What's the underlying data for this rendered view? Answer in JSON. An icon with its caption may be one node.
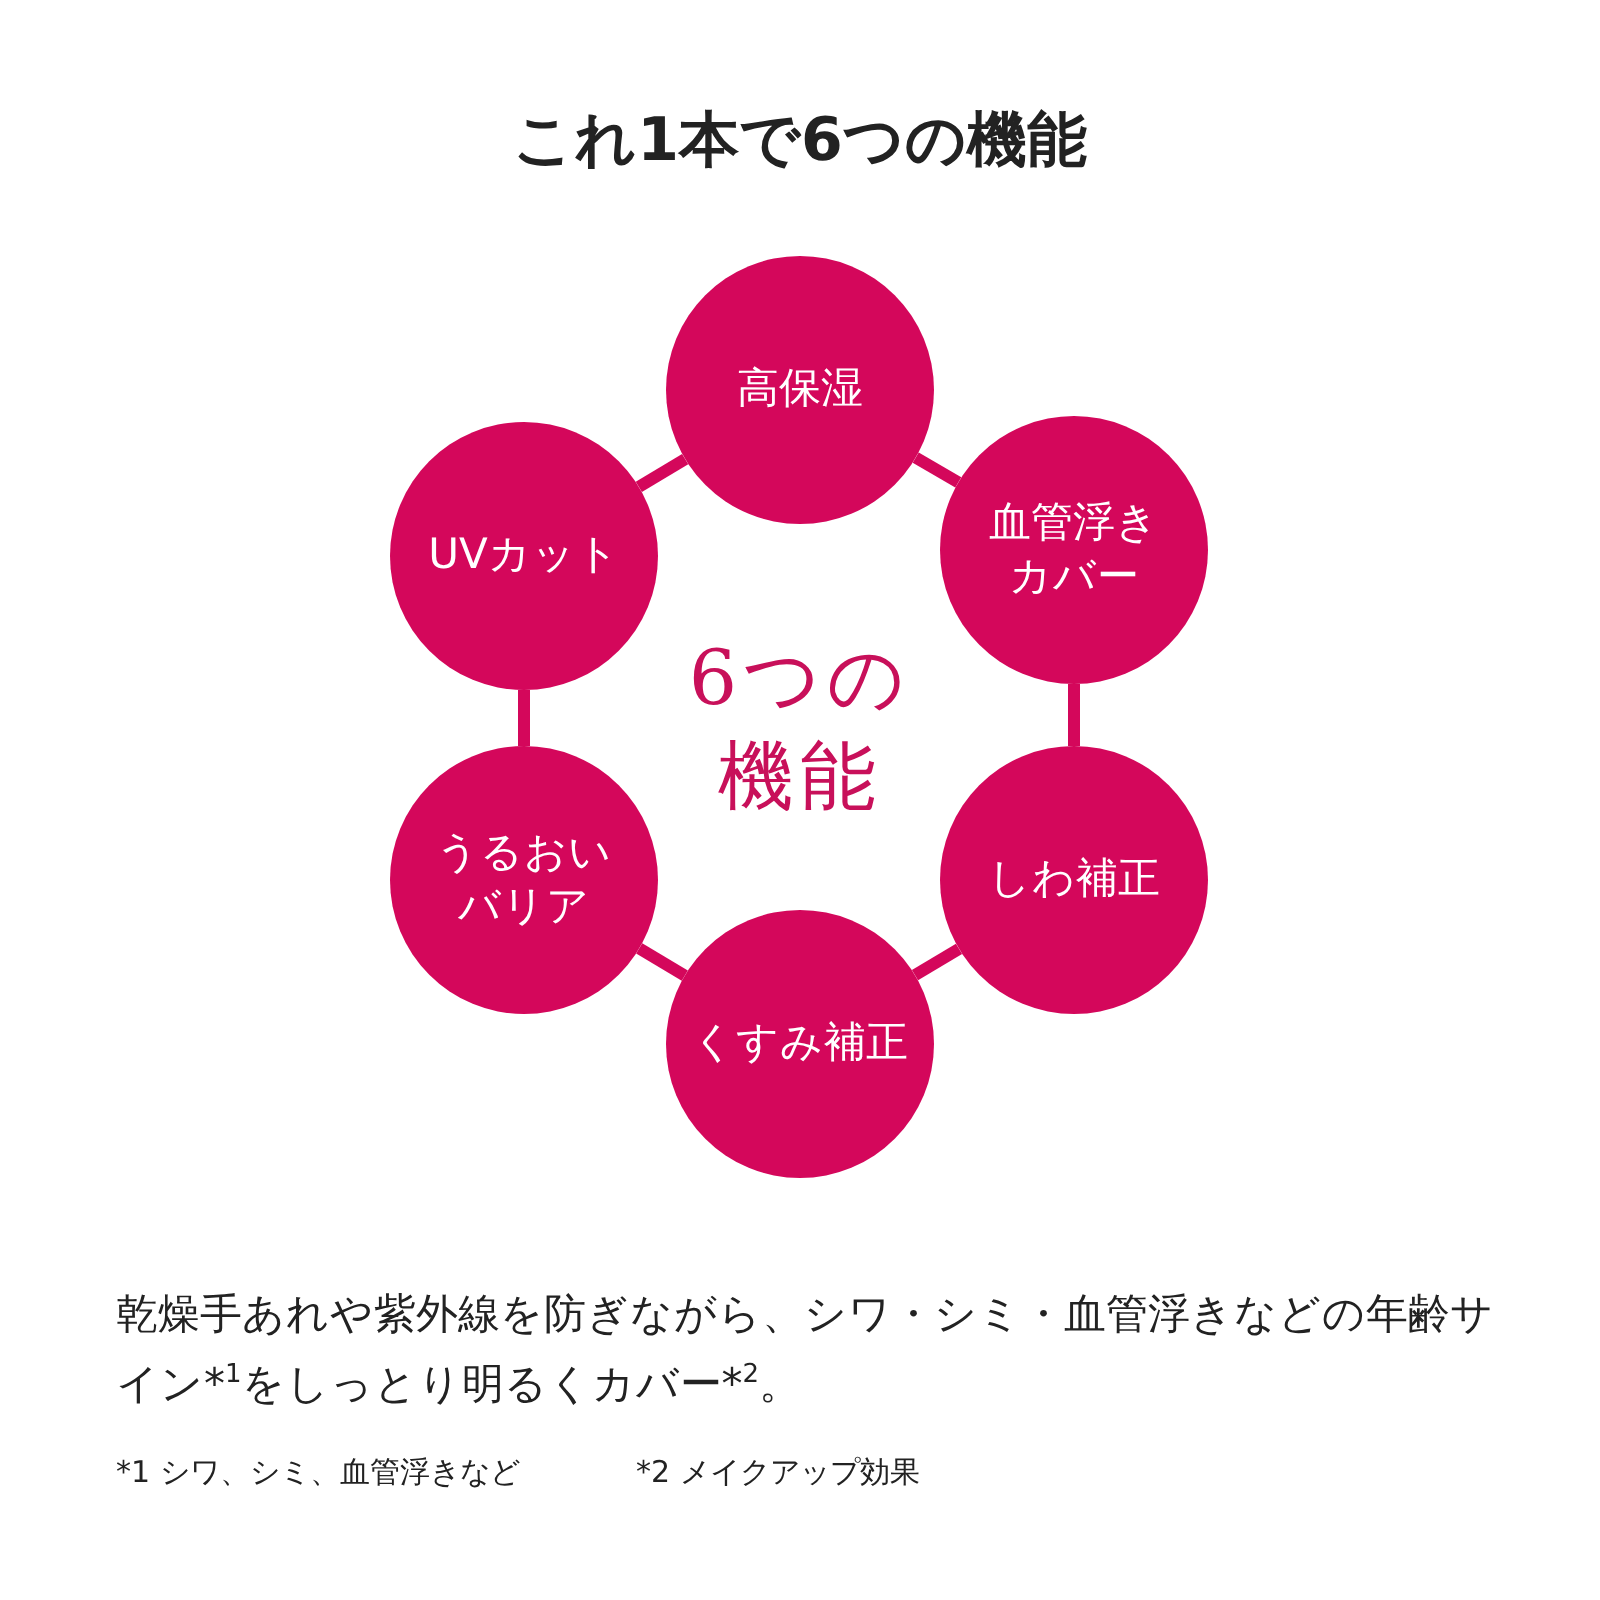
{
  "diagram": {
    "title": "これ1本で6つの機能",
    "caption": "乾燥手あれや紫外線を防ぎながら、シワ・シミ・血管浮きなどの年齢サイン*$^{1}$をしっとり明るくカバー*$^{2}$。",
    "nodes": [
      {
        "text": [
          "高保湿"
        ]
      },
      {
        "text": [
          "UVカット"
        ]
      },
      {
        "text": [
          "血管浮きカバー"
        ]
      },
      {
        "text": [
          "うるおいバリア"
        ]
      },
      {
        "text": [
          "しわ補正"
        ]
      },
      {
        "text": [
          "くすみ補正"
        ]
      }
    ],
    "edges": [
      {
        "from": 0,
        "to": 2,
        "arrow": "none"
      },
      {
        "from": 2,
        "to": 4,
        "arrow": "none"
      },
      {
        "from": 4,
        "to": 5,
        "arrow": "none"
      },
      {
        "from": 5,
        "to": 3,
        "arrow": "none"
      },
      {
        "from": 3,
        "to": 1,
        "arrow": "none"
      },
      {
        "from": 1,
        "to": 0,
        "arrow": "none"
      }
    ],
    "labels": [
      "6つの機能",
      "*1 シワ、シミ、血管浮きなど",
      "*2 メイクアップ効果"
    ]
  }
}
